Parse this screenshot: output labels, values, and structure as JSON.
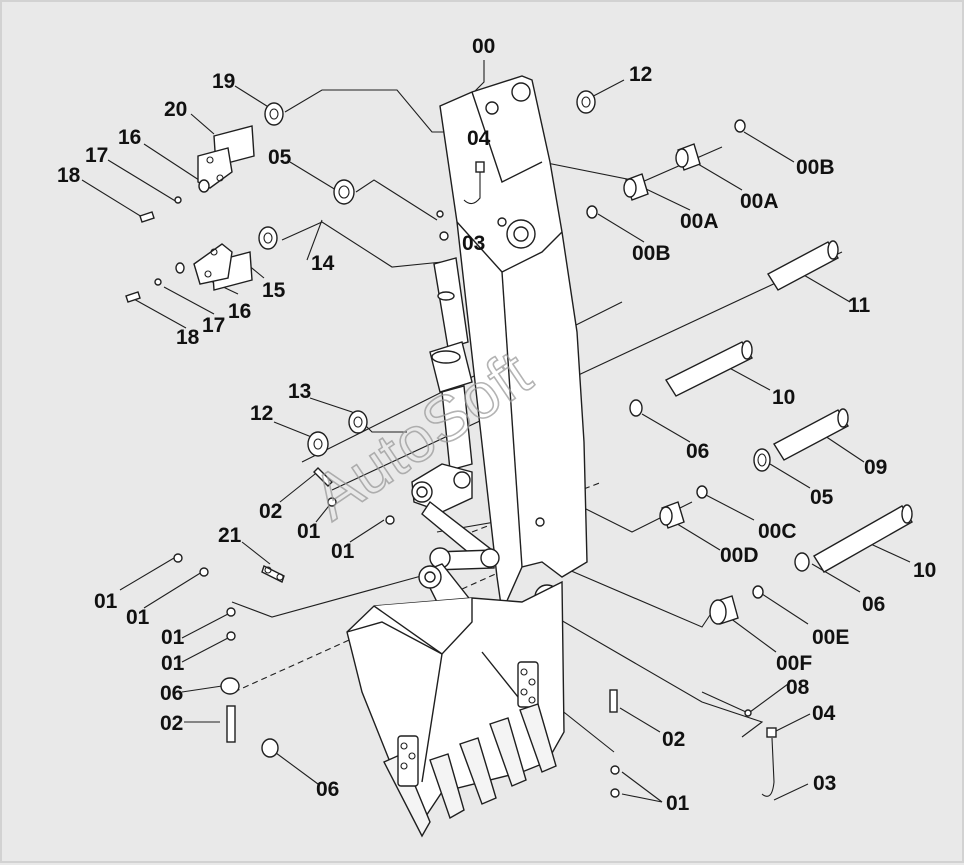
{
  "watermark": "AutoSoft",
  "colors": {
    "background": "#e9e9e9",
    "line": "#1f1f1f",
    "part_fill": "#ffffff"
  },
  "callouts": [
    {
      "id": "c00",
      "text": "00"
    },
    {
      "id": "c12a",
      "text": "12"
    },
    {
      "id": "c19",
      "text": "19"
    },
    {
      "id": "c20",
      "text": "20"
    },
    {
      "id": "c04a",
      "text": "04"
    },
    {
      "id": "c16a",
      "text": "16"
    },
    {
      "id": "c17a",
      "text": "17"
    },
    {
      "id": "c18a",
      "text": "18"
    },
    {
      "id": "c05a",
      "text": "05"
    },
    {
      "id": "c00B1",
      "text": "00B"
    },
    {
      "id": "c00A1",
      "text": "00A"
    },
    {
      "id": "c00A2",
      "text": "00A"
    },
    {
      "id": "c03a",
      "text": "03"
    },
    {
      "id": "c00B2",
      "text": "00B"
    },
    {
      "id": "c14",
      "text": "14"
    },
    {
      "id": "c15",
      "text": "15"
    },
    {
      "id": "c16b",
      "text": "16"
    },
    {
      "id": "c17b",
      "text": "17"
    },
    {
      "id": "c18b",
      "text": "18"
    },
    {
      "id": "c11",
      "text": "11"
    },
    {
      "id": "c10a",
      "text": "10"
    },
    {
      "id": "c13",
      "text": "13"
    },
    {
      "id": "c12b",
      "text": "12"
    },
    {
      "id": "c06a",
      "text": "06"
    },
    {
      "id": "c09",
      "text": "09"
    },
    {
      "id": "c05b",
      "text": "05"
    },
    {
      "id": "c02a",
      "text": "02"
    },
    {
      "id": "c01a",
      "text": "01"
    },
    {
      "id": "c00C",
      "text": "00C"
    },
    {
      "id": "c01b",
      "text": "01"
    },
    {
      "id": "c21",
      "text": "21"
    },
    {
      "id": "c00D",
      "text": "00D"
    },
    {
      "id": "c10b",
      "text": "10"
    },
    {
      "id": "c01c",
      "text": "01"
    },
    {
      "id": "c01d",
      "text": "01"
    },
    {
      "id": "c06b",
      "text": "06"
    },
    {
      "id": "c01e",
      "text": "01"
    },
    {
      "id": "c00E",
      "text": "00E"
    },
    {
      "id": "c01f",
      "text": "01"
    },
    {
      "id": "c00F",
      "text": "00F"
    },
    {
      "id": "c06c",
      "text": "06"
    },
    {
      "id": "c08",
      "text": "08"
    },
    {
      "id": "c02b",
      "text": "02"
    },
    {
      "id": "c04b",
      "text": "04"
    },
    {
      "id": "c02c",
      "text": "02"
    },
    {
      "id": "c03b",
      "text": "03"
    },
    {
      "id": "c06d",
      "text": "06"
    },
    {
      "id": "c01g",
      "text": "01"
    }
  ]
}
